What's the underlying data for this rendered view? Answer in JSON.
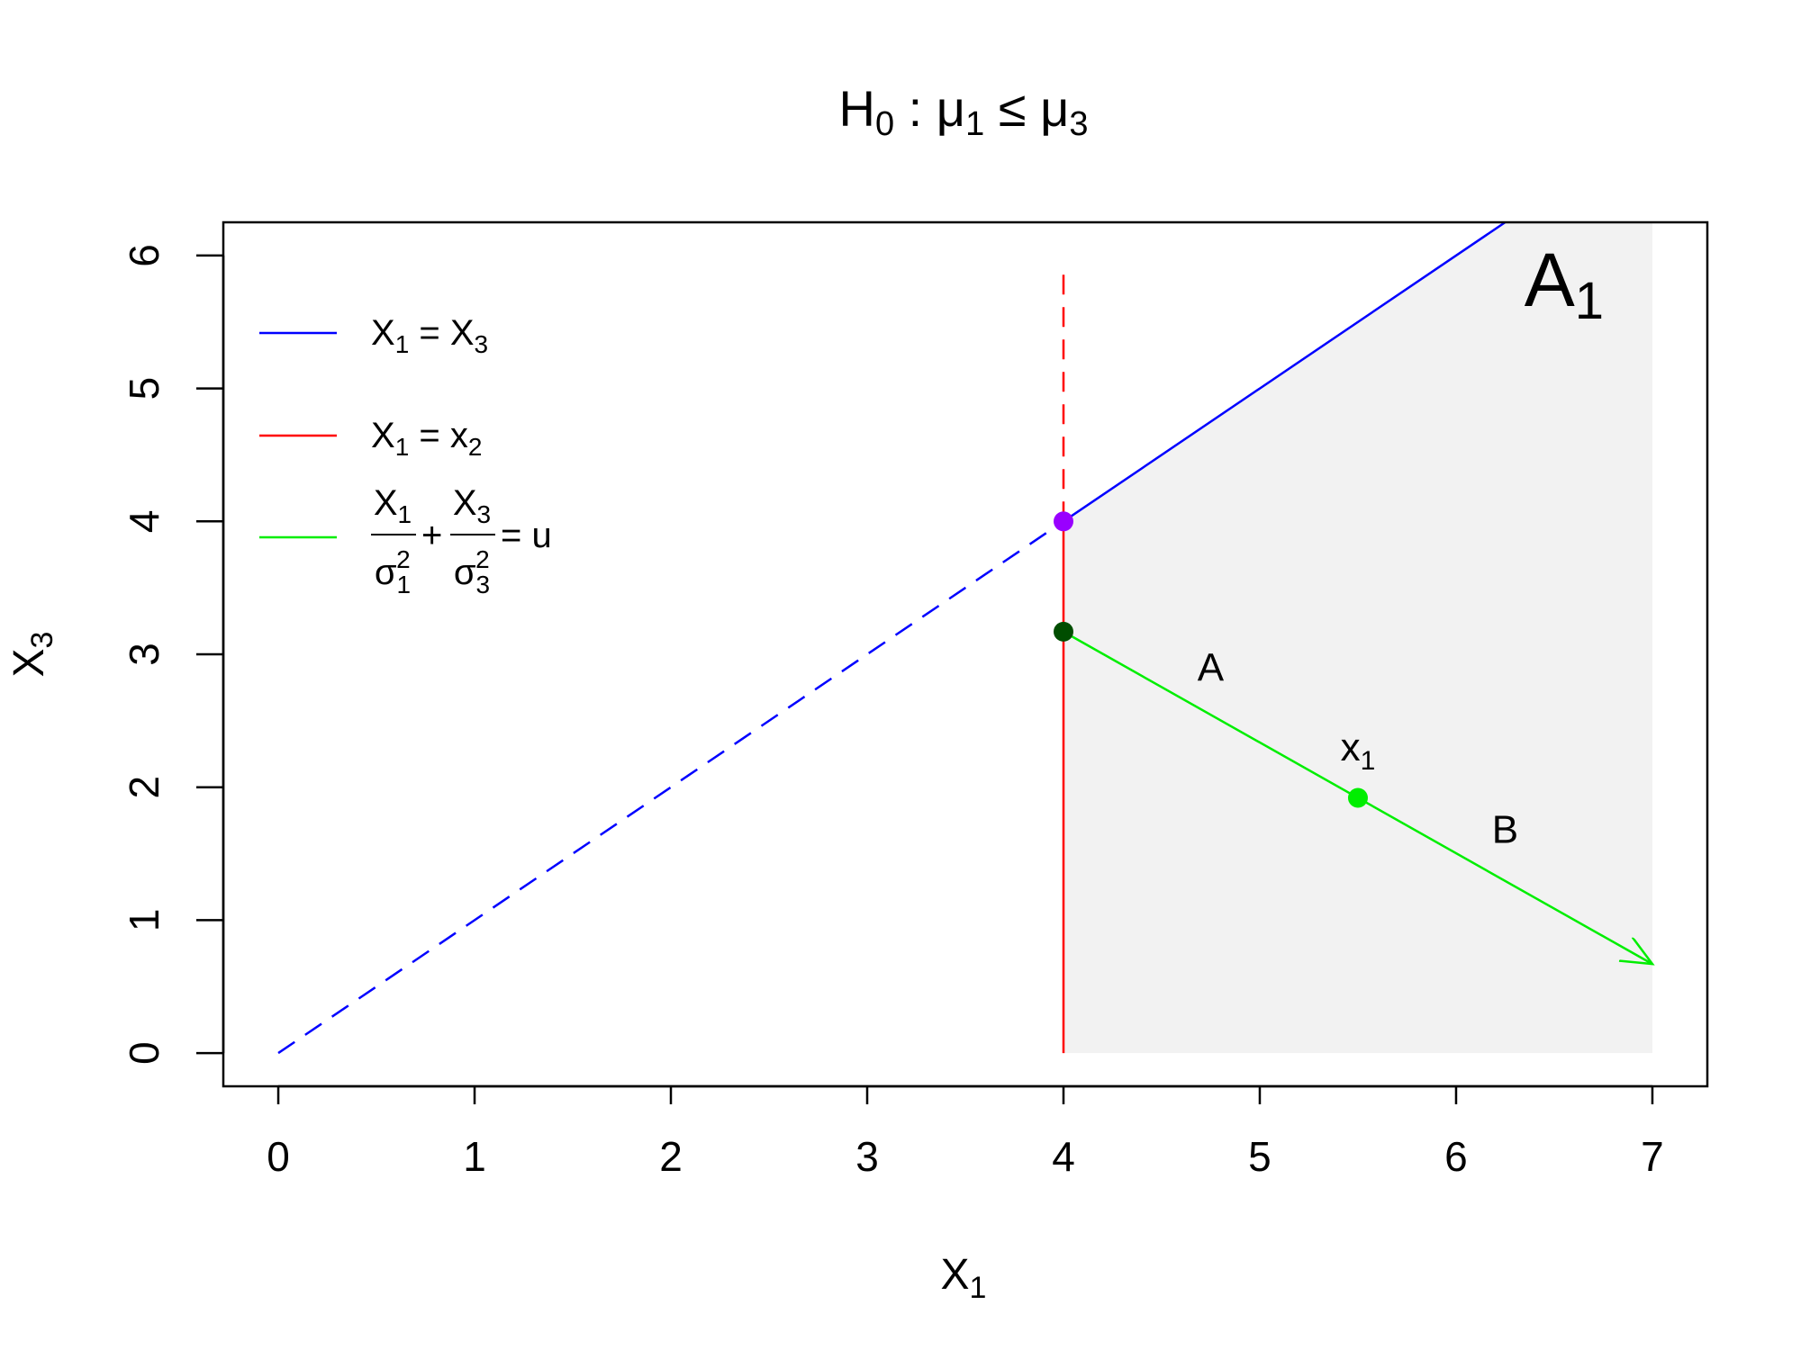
{
  "chart_data": {
    "type": "line",
    "title": {
      "H": "H",
      "Hsub": "0",
      "colon": " : ",
      "mu1": "μ",
      "mu1sub": "1",
      "rel": " ≤ ",
      "mu3": "μ",
      "mu3sub": "3"
    },
    "xlabel": {
      "base": "X",
      "sub": "1"
    },
    "ylabel": {
      "base": "X",
      "sub": "3"
    },
    "xlim": [
      -0.28,
      7.28
    ],
    "ylim": [
      -0.25,
      6.25
    ],
    "xticks": [
      "0",
      "1",
      "2",
      "3",
      "4",
      "5",
      "6",
      "7"
    ],
    "yticks": [
      "0",
      "1",
      "2",
      "3",
      "4",
      "5",
      "6"
    ],
    "shaded_region": {
      "name": "A1",
      "label_base": "A",
      "label_sub": "1",
      "label_at": [
        6.55,
        5.62
      ],
      "polygon": [
        [
          4,
          0
        ],
        [
          7,
          0
        ],
        [
          7,
          6.25
        ],
        [
          6.25,
          6.25
        ],
        [
          4,
          4
        ]
      ],
      "color": "#f2f2f2"
    },
    "series": [
      {
        "name": "X1 = X3",
        "color": "#0000ff",
        "dash": true,
        "x": [
          0,
          4
        ],
        "y": [
          0,
          4
        ]
      },
      {
        "name": "X1 = X3",
        "color": "#0000ff",
        "dash": false,
        "x": [
          4,
          6.25
        ],
        "y": [
          4,
          6.25
        ]
      },
      {
        "name": "X1 = x2",
        "color": "#ff0000",
        "dash": true,
        "x": [
          4,
          4
        ],
        "y": [
          4,
          5.95
        ]
      },
      {
        "name": "X1 = x2",
        "color": "#ff0000",
        "dash": false,
        "x": [
          4,
          4
        ],
        "y": [
          0,
          4
        ]
      },
      {
        "name": "X1/σ1² + X3/σ3² = u",
        "color": "#00ee00",
        "dash": false,
        "arrow": true,
        "x": [
          4,
          7
        ],
        "y": [
          3.17,
          0.67
        ]
      }
    ],
    "points": [
      {
        "x": 4,
        "y": 4,
        "color": "#9900ff"
      },
      {
        "x": 4,
        "y": 3.17,
        "color": "#004d00"
      },
      {
        "x": 5.5,
        "y": 1.92,
        "color": "#00ee00"
      }
    ],
    "annotations": [
      {
        "text": "A",
        "x": 4.75,
        "y": 2.8
      },
      {
        "text": "B",
        "x": 6.25,
        "y": 1.58
      },
      {
        "text": "x",
        "sub": "1",
        "x": 5.5,
        "y": 2.2
      }
    ],
    "legend": {
      "position": "top-left",
      "entries": [
        {
          "color": "#0000ff",
          "parts": [
            "X",
            "1",
            " = X",
            "3"
          ]
        },
        {
          "color": "#ff0000",
          "parts": [
            "X",
            "1",
            " = x",
            "2"
          ]
        },
        {
          "color": "#00ee00",
          "num1": [
            "X",
            "1"
          ],
          "den1": [
            "σ",
            "1",
            "2"
          ],
          "plus": "+",
          "num2": [
            "X",
            "3"
          ],
          "den2": [
            "σ",
            "3",
            "2"
          ],
          "eq": "= u"
        }
      ]
    }
  }
}
